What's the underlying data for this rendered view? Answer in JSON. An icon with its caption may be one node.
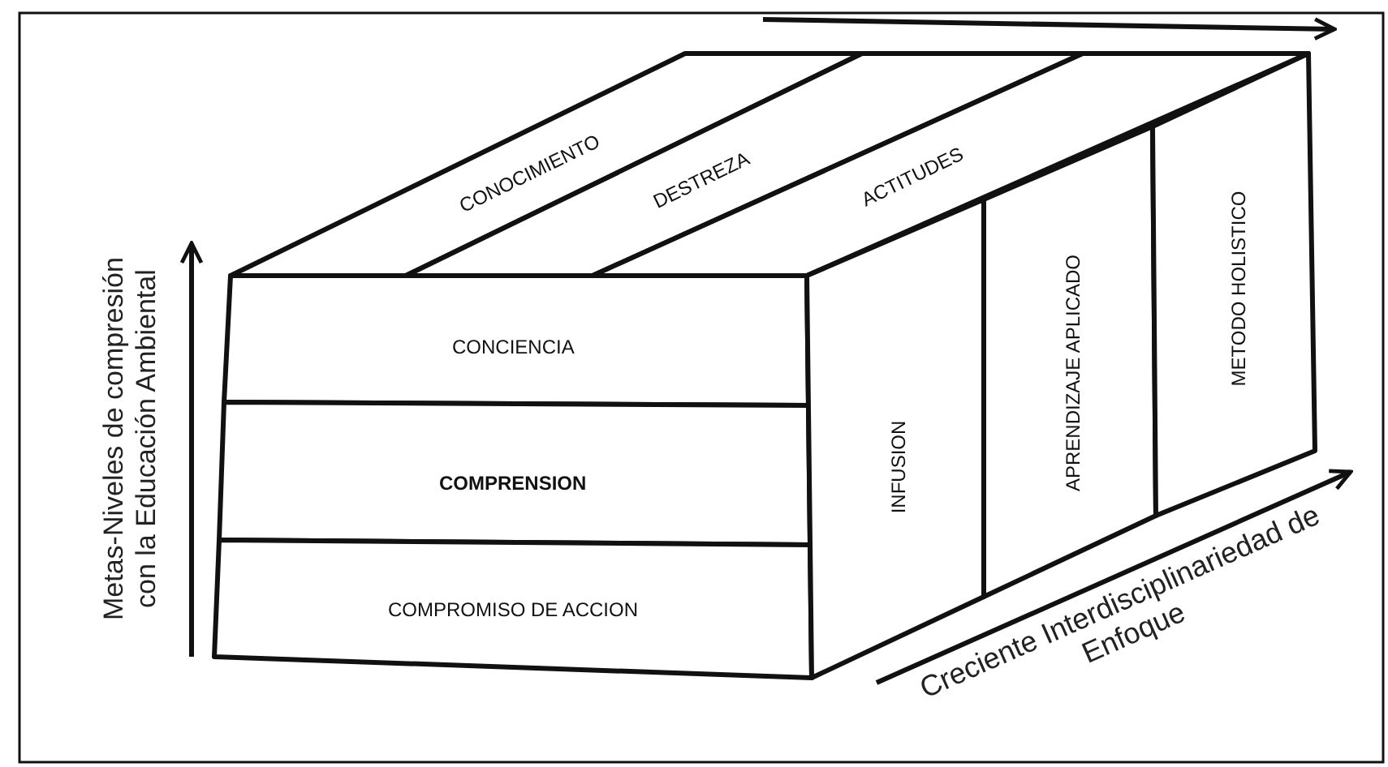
{
  "diagram": {
    "nodes": [
      {
        "text": [
          "CONOCIMIENTO"
        ]
      },
      {
        "text": [
          "DESTREZA"
        ]
      },
      {
        "text": [
          "ACTITUDES"
        ]
      },
      {
        "text": [
          "CONCIENCIA"
        ]
      },
      {
        "text": [
          "COMPRENSION"
        ]
      },
      {
        "text": [
          "COMPROMISO DE ACCION"
        ]
      },
      {
        "text": [
          "INFUSION"
        ]
      },
      {
        "text": [
          "APRENDIZAJE APLICADO"
        ]
      },
      {
        "text": [
          "METODO HOLISTICO"
        ]
      }
    ],
    "labels": [
      "Metas-Niveles de compresión con la Educación Ambiental",
      "Creciente Interdisciplinariedad de Enfoque"
    ]
  }
}
